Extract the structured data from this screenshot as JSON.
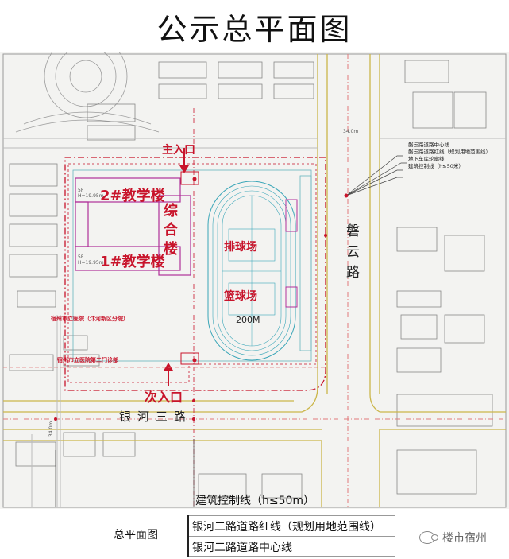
{
  "title": "公示总平面图",
  "labels": {
    "main_entrance": "主入口",
    "secondary_entrance": "次入口",
    "building_2": "2#教学楼",
    "building_1": "1#教学楼",
    "complex_building": "综合楼",
    "volleyball_court": "排球场",
    "basketball_court": "篮球场",
    "track": "200M",
    "road_panyun": "磐云路",
    "road_yinhe": "银河三路",
    "hospital_1": "宿州市立医院（汴河新区分院）",
    "hospital_2": "宿州市立医院第二门诊部",
    "road_width_1": "34.0m",
    "road_width_2": "34.0m",
    "floor_2": "5F",
    "height_2": "H=19.95m",
    "floor_1": "5F",
    "height_1": "H=19.95m"
  },
  "right_legend": {
    "line1": "磐云路道路中心线",
    "line2": "磐云路道路红线（规划用地范围线）",
    "line3": "地下车库轮廓线",
    "line4": "建筑控制线（h≤50米）"
  },
  "bottom_legend": {
    "label": "总平面图",
    "control_line": "建筑控制线（h≤50m）",
    "red_line": "银河二路道路红线（规划用地范围线）",
    "center_line": "银河二路道路中心线"
  },
  "watermark": "楼市宿州",
  "colors": {
    "red": "#c8142b",
    "magenta": "#b0309a",
    "cyan": "#3aa6b8",
    "road_yellow": "#d8c46a",
    "building_gray": "#8a8a8a"
  }
}
